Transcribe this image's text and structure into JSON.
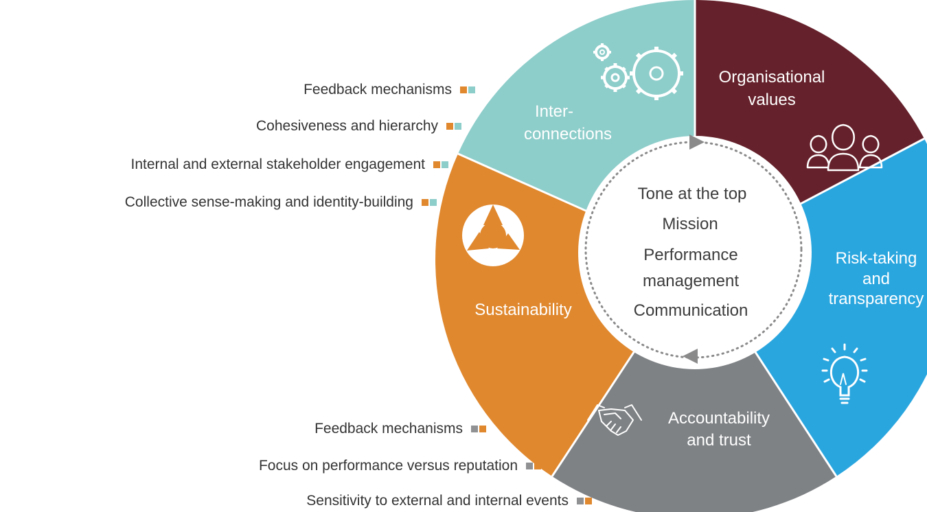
{
  "segments": {
    "interconnections": {
      "line1": "Inter-",
      "line2": "connections",
      "color": "#8dcdca",
      "icon": "gears-icon"
    },
    "organisational_values": {
      "line1": "Organisational",
      "line2": "values",
      "color": "#66222c",
      "icon": "people-icon"
    },
    "risk_taking": {
      "line1": "Risk-taking",
      "line2": "and",
      "line3": "transparency",
      "color": "#2aa6df",
      "icon": "lightbulb-icon"
    },
    "accountability": {
      "line1": "Accountability",
      "line2": "and trust",
      "color": "#7f8285",
      "icon": "handshake-icon"
    },
    "sustainability": {
      "line1": "Sustainability",
      "color": "#e0882e",
      "icon": "cycle-arrows-icon"
    }
  },
  "center": {
    "items": [
      "Tone at the top",
      "Mission",
      "Performance",
      "management",
      "Communication"
    ]
  },
  "top_labels": [
    "Feedback mechanisms",
    "Cohesiveness and hierarchy",
    "Internal and external stakeholder engagement",
    "Collective sense-making and identity-building"
  ],
  "bottom_labels": [
    "Feedback mechanisms",
    "Focus on performance versus reputation",
    "Sensitivity to external and internal events"
  ],
  "marker_colors": {
    "orange": "#e0882e",
    "teal": "#8dcdca",
    "grey": "#8f9193"
  }
}
